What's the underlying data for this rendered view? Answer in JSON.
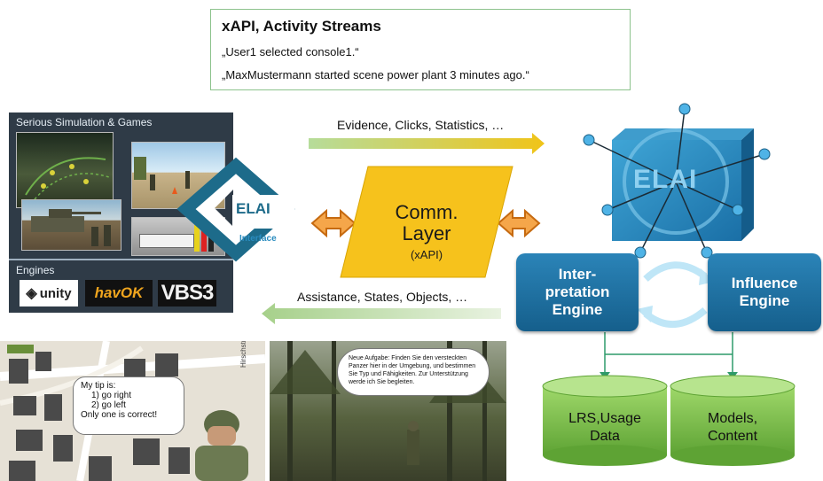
{
  "xapi": {
    "title": "xAPI, Activity Streams",
    "line1": "„User1 selected console1.“",
    "line2": "„MaxMustermann started scene power plant 3 minutes ago.“"
  },
  "sim_panel": {
    "title": "Serious Simulation & Games",
    "engines_title": "Engines",
    "engine_logos": [
      "unity",
      "havOK",
      "VBS3"
    ]
  },
  "elai_interface": {
    "logo": "ELAI",
    "label": "Interface"
  },
  "comm_layer": {
    "title_line1": "Comm.",
    "title_line2": "Layer",
    "subtitle": "(xAPI)"
  },
  "arrows": {
    "top_label": "Evidence, Clicks, Statistics, …",
    "bottom_label": "Assistance, States, Objects, …"
  },
  "elai_cube": {
    "label": "ELAI"
  },
  "engines": {
    "interpretation": [
      "Inter-",
      "pretation",
      "Engine"
    ],
    "influence": [
      "Influence",
      "Engine"
    ]
  },
  "databases": {
    "lrs": [
      "LRS,Usage",
      "Data"
    ],
    "models": [
      "Models,",
      "Content"
    ]
  },
  "map_screenshot": {
    "street_label": "Hirschstraße",
    "tip_title": "My tip is:",
    "tip_items": [
      "1) go right",
      "2) go left"
    ],
    "tip_footer": "Only one is correct!"
  },
  "forest_screenshot": {
    "speech": "Neue Aufgabe: Finden Sie den versteckten Panzer hier in der Umgebung, und bestimmen Sie Typ und Fähigkeiten. Zur Unterstützung werde ich Sie begleiten."
  },
  "colors": {
    "green_arrow": "#a6d08a",
    "yellow_arrow": "#f0c419",
    "comm_fill": "#f6c21c",
    "orange_arrow": "#f08a1c",
    "elai_teal": "#1a6e8c",
    "engine_blue": "#1e6f9f",
    "db_green": "#7cc24a"
  }
}
